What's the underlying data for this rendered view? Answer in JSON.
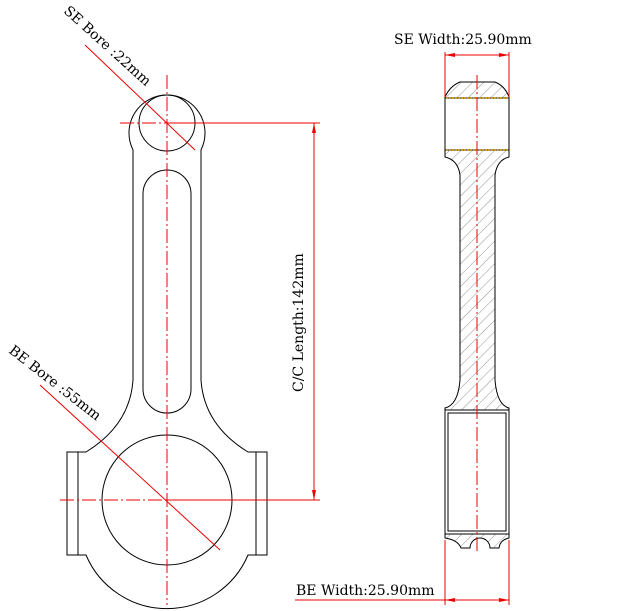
{
  "drawing": {
    "se_bore_label": "SE Bore :22mm",
    "be_bore_label": "BE Bore :55mm",
    "cc_length_label": "C/C Length:142mm",
    "se_width_label": "SE Width:25.90mm",
    "be_width_label": "BE Width:25.90mm"
  },
  "colors": {
    "outline": "#000000",
    "dimension": "#e00000",
    "bearing": "#c8a030"
  }
}
